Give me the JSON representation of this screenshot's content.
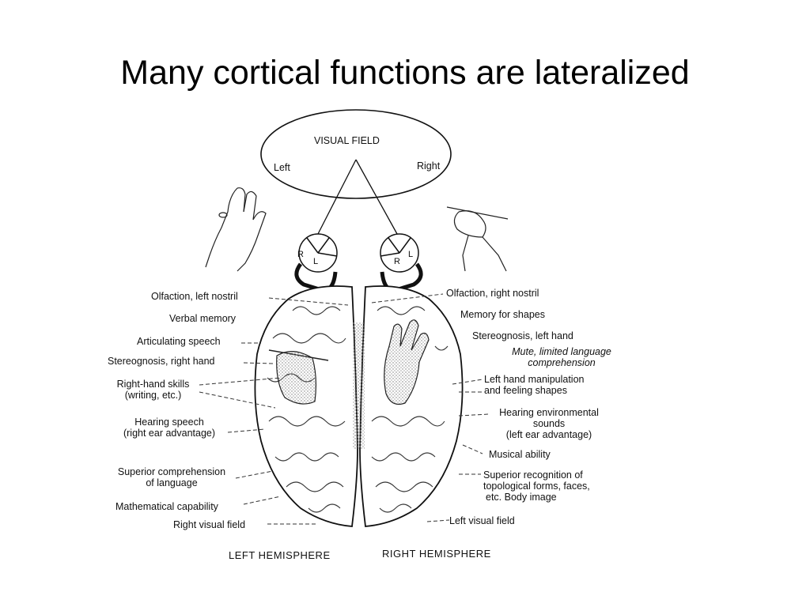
{
  "title": "Many cortical functions are lateralized",
  "visual_field": {
    "label": "VISUAL FIELD",
    "left": "Left",
    "right": "Right"
  },
  "eyes": {
    "left_eye": {
      "r": "R",
      "l": "L"
    },
    "right_eye": {
      "r": "R",
      "l": "L"
    }
  },
  "left_labels": {
    "olfaction": "Olfaction, left nostril",
    "verbal_memory": "Verbal memory",
    "articulating_speech": "Articulating speech",
    "stereognosis": "Stereognosis, right hand",
    "right_hand_skills_1": "Right-hand skills",
    "right_hand_skills_2": "(writing, etc.)",
    "hearing_speech_1": "Hearing speech",
    "hearing_speech_2": "(right ear advantage)",
    "superior_comprehension_1": "Superior comprehension",
    "superior_comprehension_2": "of language",
    "mathematical": "Mathematical capability",
    "right_visual_field": "Right visual field"
  },
  "right_labels": {
    "olfaction": "Olfaction, right nostril",
    "memory_shapes": "Memory for shapes",
    "stereognosis": "Stereognosis, left hand",
    "mute_1": "Mute, limited language",
    "mute_2": "comprehension",
    "left_hand_1": "Left hand manipulation",
    "left_hand_2": "and feeling shapes",
    "hearing_env_1": "Hearing environmental",
    "hearing_env_2": "sounds",
    "hearing_env_3": "(left ear advantage)",
    "musical": "Musical ability",
    "superior_recognition_1": "Superior recognition of",
    "superior_recognition_2": "topological forms, faces,",
    "superior_recognition_3": "etc. Body image",
    "left_visual_field": "Left visual field"
  },
  "hemispheres": {
    "left": "LEFT HEMISPHERE",
    "right": "RIGHT HEMISPHERE"
  }
}
